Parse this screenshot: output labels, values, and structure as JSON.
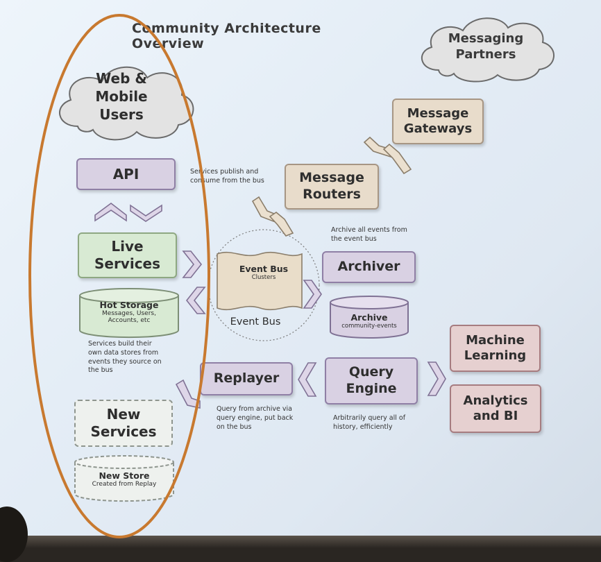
{
  "title": "Community Architecture Overview",
  "nodes": {
    "web_mobile_users": [
      "Web &",
      "Mobile",
      "Users"
    ],
    "messaging_partners": [
      "Messaging",
      "Partners"
    ],
    "message_gateways": [
      "Message",
      "Gateways"
    ],
    "api": "API",
    "message_routers": [
      "Message",
      "Routers"
    ],
    "live_services": [
      "Live",
      "Services"
    ],
    "event_bus_clusters": {
      "title": "Event Bus",
      "sub": "Clusters"
    },
    "event_bus_label": "Event Bus",
    "archiver": "Archiver",
    "hot_storage": {
      "title": "Hot Storage",
      "sub1": "Messages, Users,",
      "sub2": "Accounts, etc"
    },
    "archive_store": {
      "title": "Archive",
      "sub": "community-events"
    },
    "machine_learning": [
      "Machine",
      "Learning"
    ],
    "replayer": "Replayer",
    "query_engine": [
      "Query",
      "Engine"
    ],
    "analytics_bi": [
      "Analytics",
      "and BI"
    ],
    "new_services": [
      "New",
      "Services"
    ],
    "new_store": {
      "title": "New Store",
      "sub": "Created from Replay"
    }
  },
  "notes": {
    "publish": [
      "Services publish and",
      "consume from the bus"
    ],
    "archive_all": [
      "Archive all events from",
      "the event bus"
    ],
    "services_build": [
      "Services build their",
      "own data stores from",
      "events they source on",
      "the bus"
    ],
    "query_from_archive": [
      "Query from archive via",
      "query engine, put back",
      "on the bus"
    ],
    "arbitrarily_query": [
      "Arbitrarily query all of",
      "history, efficiently"
    ]
  },
  "colors": {
    "purple_fill": "#d9d1e3",
    "green_fill": "#d8ead3",
    "tan_fill": "#e8dccb",
    "rose_fill": "#e6d0d0",
    "highlight_ellipse": "#c8792f"
  }
}
